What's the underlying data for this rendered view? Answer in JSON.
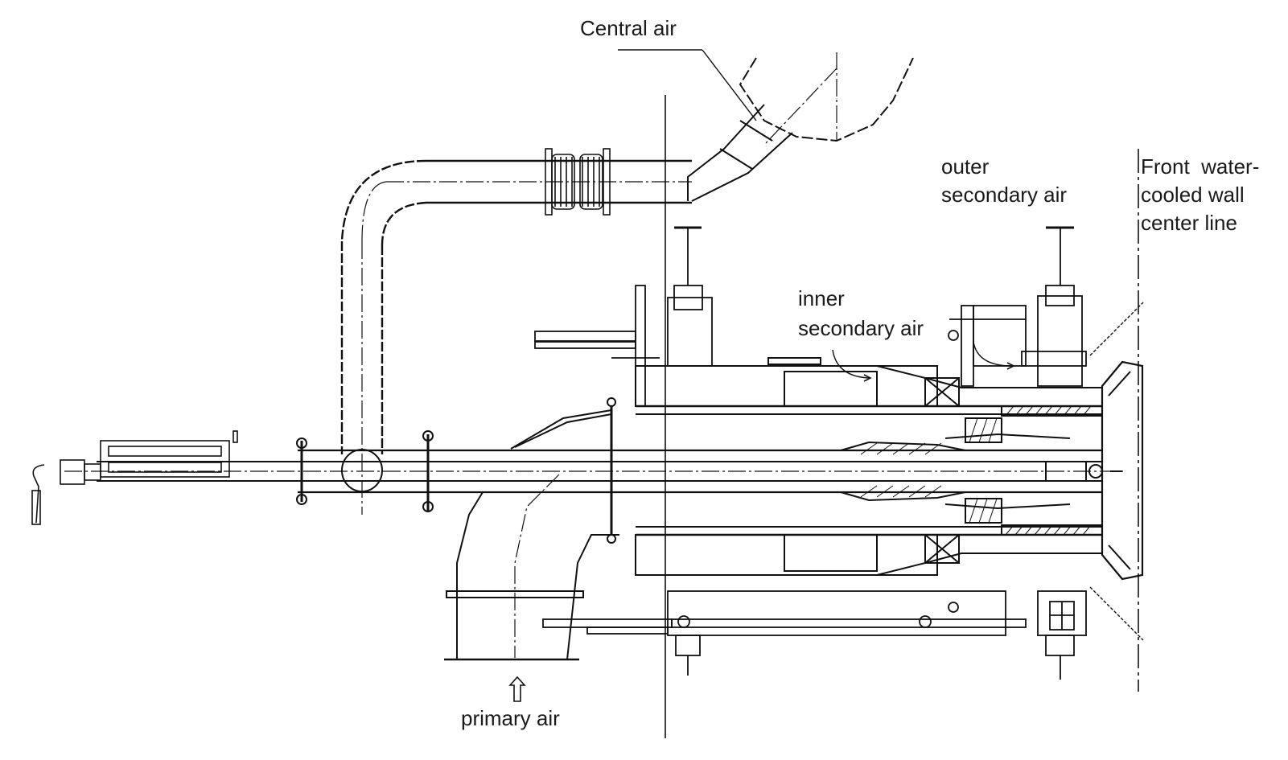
{
  "labels": {
    "central_air": "Central air",
    "outer_secondary_air_1": "outer",
    "outer_secondary_air_2": "secondary air",
    "front_wall_1": "Front  water-",
    "front_wall_2": "cooled wall",
    "front_wall_3": "center line",
    "inner_secondary_air_1": "inner",
    "inner_secondary_air_2": "secondary air",
    "primary_air": "primary air"
  }
}
